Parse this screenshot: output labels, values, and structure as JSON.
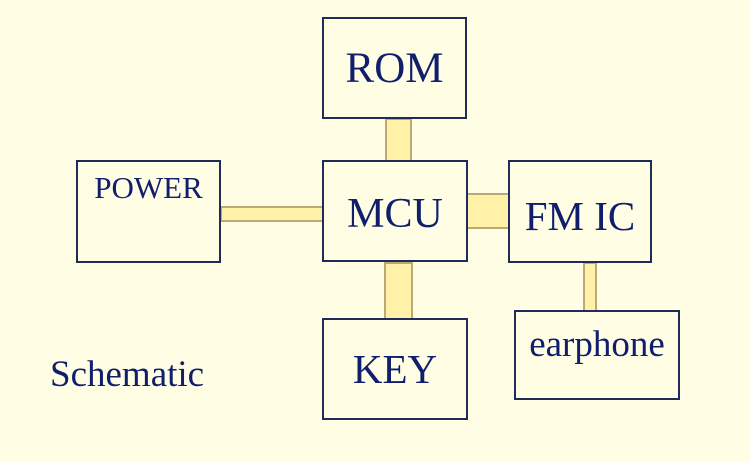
{
  "diagram": {
    "blocks": {
      "rom": "ROM",
      "power": "POWER",
      "mcu": "MCU",
      "fm_ic": "FM IC",
      "key": "KEY",
      "earphone": "earphone"
    },
    "caption": "Schematic"
  },
  "colors": {
    "background": "#fffde4",
    "text": "#0f1f6d",
    "border": "#1f2b59",
    "connector_fill": "#fff1a8",
    "connector_border": "#bfa776"
  }
}
